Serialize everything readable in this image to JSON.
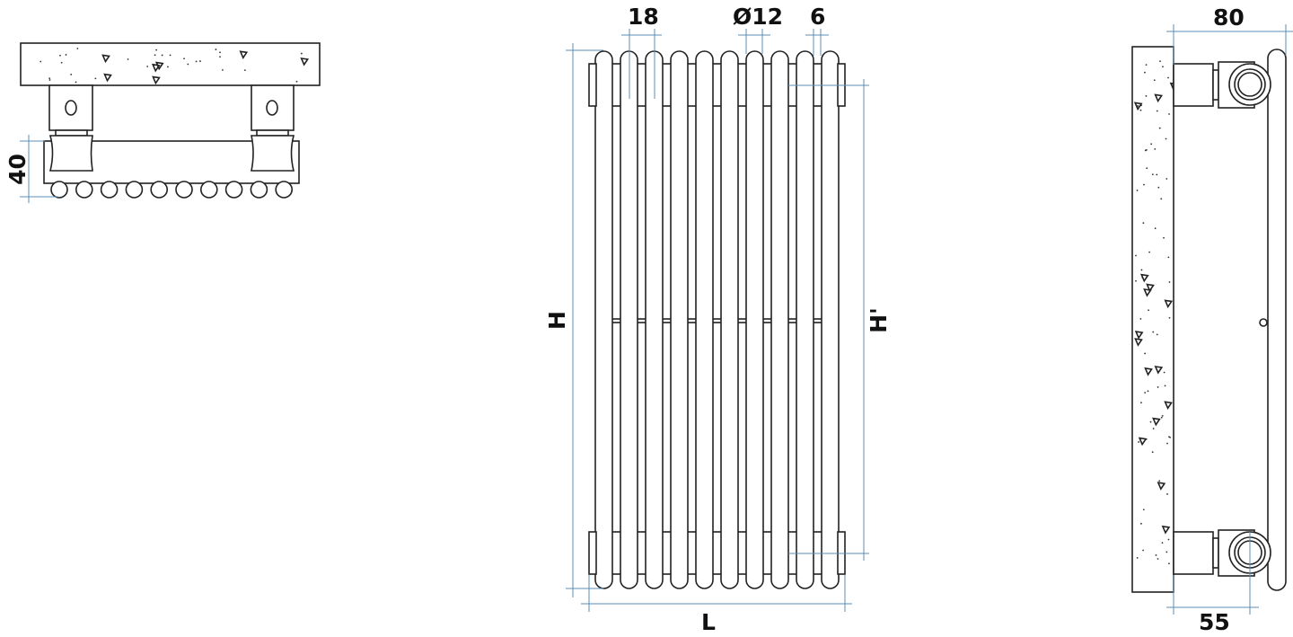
{
  "top_view": {
    "depth_label": "40",
    "tube_count": 10
  },
  "front_view": {
    "pitch_label": "18",
    "tube_diameter_label": "Ø12",
    "gap_label": "6",
    "height_label": "H",
    "connection_height_label": "H'",
    "length_label": "L",
    "tube_count": 10
  },
  "side_view": {
    "total_depth_label": "80",
    "axis_depth_label": "55"
  },
  "colors": {
    "line": "#222222",
    "dimension": "#5b8db5"
  }
}
